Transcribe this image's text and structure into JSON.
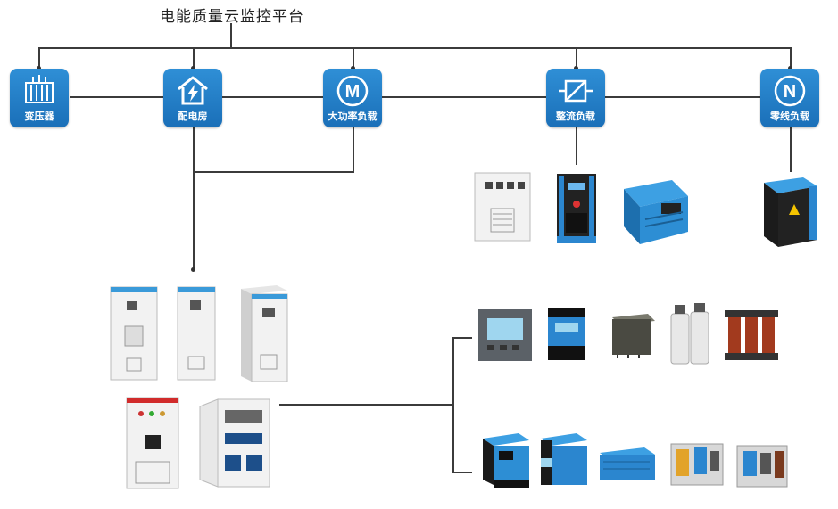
{
  "title": "电能质量云监控平台",
  "nodes": {
    "transformer": {
      "label": "变压器",
      "icon": "transformer-icon"
    },
    "distribution_room": {
      "label": "配电房",
      "icon": "lightning-house-icon"
    },
    "high_power_load": {
      "label": "大功率负载",
      "icon": "motor-m-icon"
    },
    "rectifier_load": {
      "label": "整流负载",
      "icon": "rectifier-icon"
    },
    "neutral_load": {
      "label": "零线负载",
      "icon": "neutral-n-icon"
    }
  },
  "colors": {
    "node_blue": "#1f7bc4",
    "cabinet_blue": "#3a9ad9",
    "line": "#3b3b3b"
  }
}
